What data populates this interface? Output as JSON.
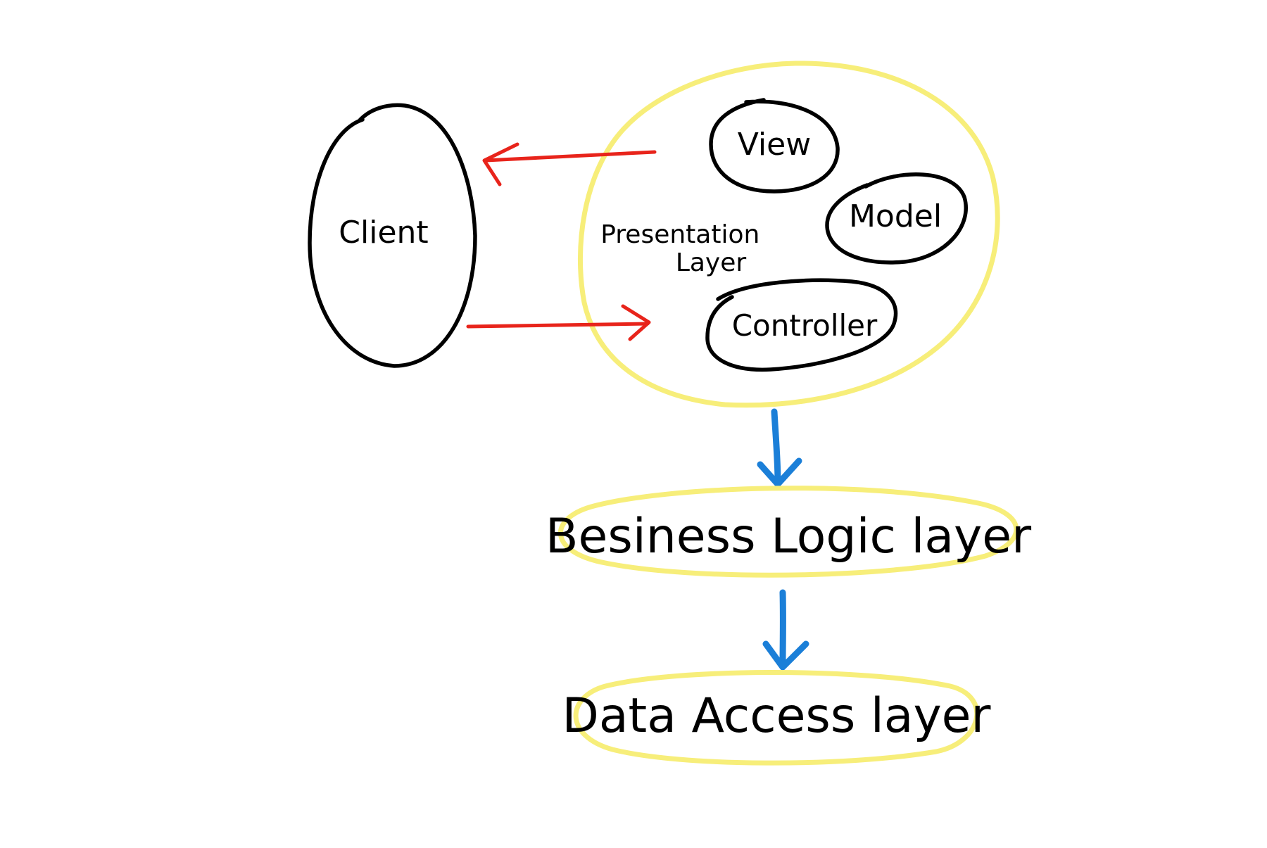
{
  "nodes": {
    "client": {
      "label": "Client"
    },
    "presentation": {
      "label_line1": "Presentation",
      "label_line2": "Layer"
    },
    "view": {
      "label": "View"
    },
    "model": {
      "label": "Model"
    },
    "controller": {
      "label": "Controller"
    },
    "business": {
      "label": "Besiness Logic layer"
    },
    "data_access": {
      "label": "Data Access layer"
    }
  },
  "colors": {
    "outline": "#000000",
    "layer_highlight": "#f7ee7a",
    "request_arrow": "#e8241b",
    "flow_arrow": "#1b7fd8"
  }
}
